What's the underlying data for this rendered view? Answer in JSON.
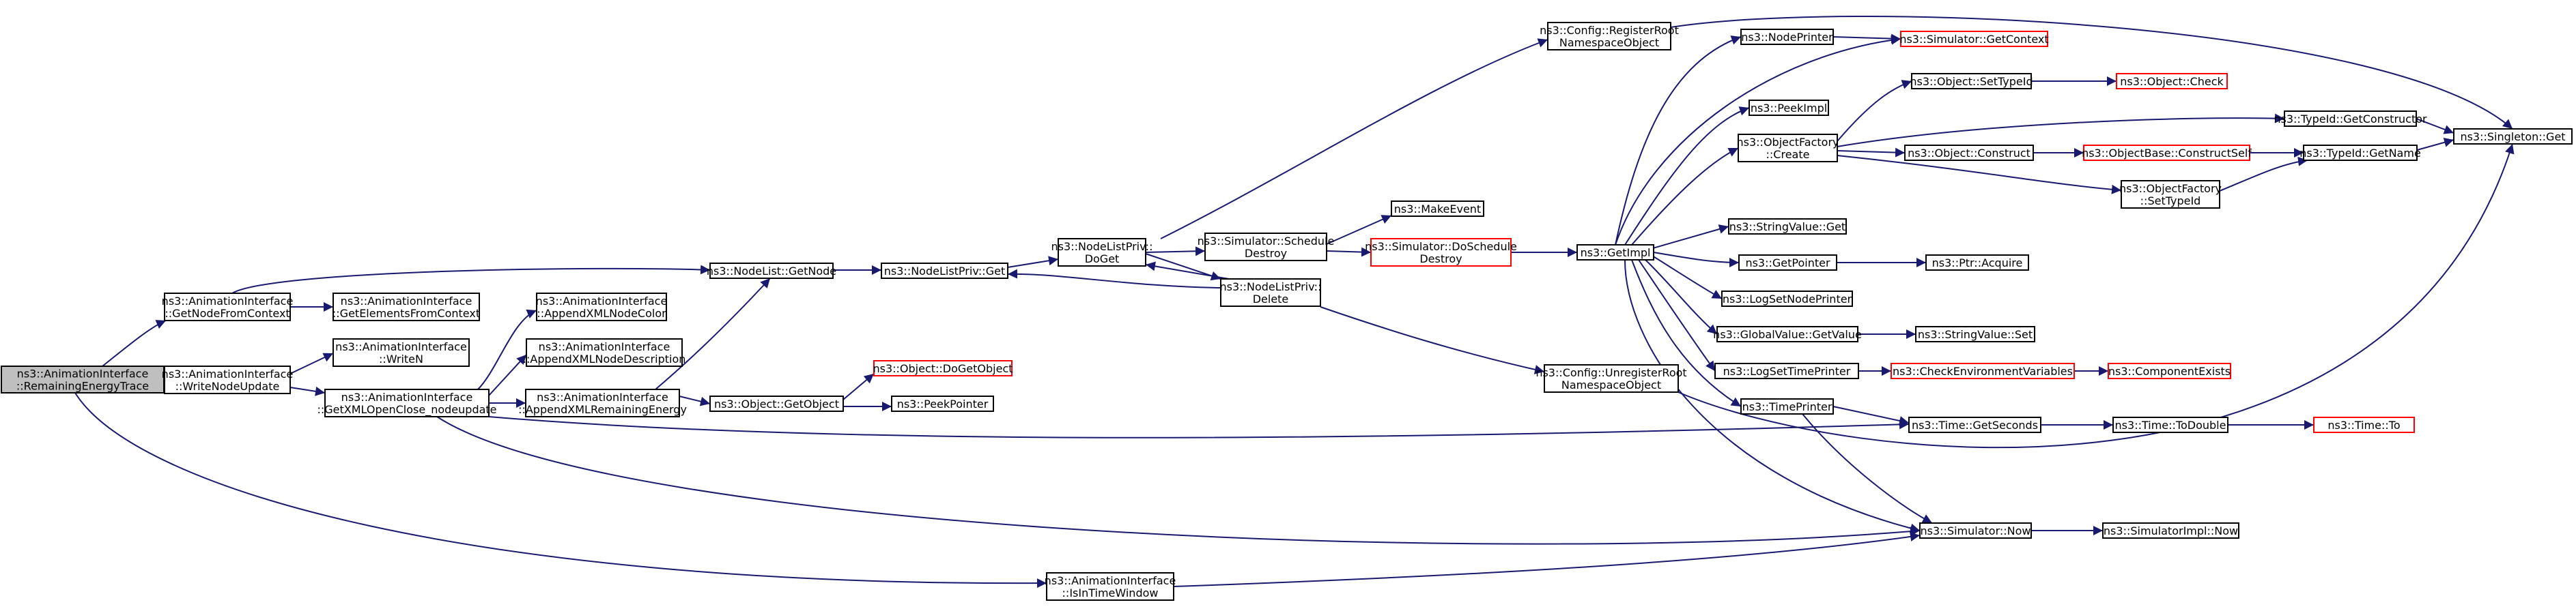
{
  "diagram": {
    "nodes": [
      {
        "id": "root",
        "lines": [
          "ns3::AnimationInterface",
          "::RemainingEnergyTrace"
        ],
        "kind": "root"
      },
      {
        "id": "gnfc",
        "lines": [
          "ns3::AnimationInterface",
          "::GetNodeFromContext"
        ]
      },
      {
        "id": "gefc",
        "lines": [
          "ns3::AnimationInterface",
          "::GetElementsFromContext"
        ]
      },
      {
        "id": "wnu",
        "lines": [
          "ns3::AnimationInterface",
          "::WriteNodeUpdate"
        ]
      },
      {
        "id": "wn",
        "lines": [
          "ns3::AnimationInterface",
          "::WriteN"
        ]
      },
      {
        "id": "gxoc",
        "lines": [
          "ns3::AnimationInterface",
          "::GetXMLOpenClose_nodeupdate"
        ]
      },
      {
        "id": "axnc",
        "lines": [
          "ns3::AnimationInterface",
          "::AppendXMLNodeColor"
        ]
      },
      {
        "id": "axnd",
        "lines": [
          "ns3::AnimationInterface",
          "::AppendXMLNodeDescription"
        ]
      },
      {
        "id": "axre",
        "lines": [
          "ns3::AnimationInterface",
          "::AppendXMLRemainingEnergy"
        ]
      },
      {
        "id": "nlgn",
        "lines": [
          "ns3::NodeList::GetNode"
        ]
      },
      {
        "id": "ogo",
        "lines": [
          "ns3::Object::GetObject"
        ]
      },
      {
        "id": "odgo",
        "lines": [
          "ns3::Object::DoGetObject"
        ],
        "kind": "trunc"
      },
      {
        "id": "pp",
        "lines": [
          "ns3::PeekPointer"
        ]
      },
      {
        "id": "nlpget",
        "lines": [
          "ns3::NodeListPriv::Get"
        ]
      },
      {
        "id": "nlpdoget",
        "lines": [
          "ns3::NodeListPriv::",
          "DoGet"
        ]
      },
      {
        "id": "ssd",
        "lines": [
          "ns3::Simulator::Schedule",
          "Destroy"
        ]
      },
      {
        "id": "nlpdel",
        "lines": [
          "ns3::NodeListPriv::",
          "Delete"
        ]
      },
      {
        "id": "me",
        "lines": [
          "ns3::MakeEvent"
        ]
      },
      {
        "id": "sdsd",
        "lines": [
          "ns3::Simulator::DoSchedule",
          "Destroy"
        ],
        "kind": "trunc"
      },
      {
        "id": "crrno",
        "lines": [
          "ns3::Config::RegisterRoot",
          "NamespaceObject"
        ]
      },
      {
        "id": "curno",
        "lines": [
          "ns3::Config::UnregisterRoot",
          "NamespaceObject"
        ]
      },
      {
        "id": "iitw",
        "lines": [
          "ns3::AnimationInterface",
          "::IsInTimeWindow"
        ]
      },
      {
        "id": "gimpl",
        "lines": [
          "ns3::GetImpl"
        ]
      },
      {
        "id": "np",
        "lines": [
          "ns3::NodePrinter"
        ]
      },
      {
        "id": "sgc",
        "lines": [
          "ns3::Simulator::GetContext"
        ],
        "kind": "trunc"
      },
      {
        "id": "pimpl",
        "lines": [
          "ns3::PeekImpl"
        ]
      },
      {
        "id": "ofc",
        "lines": [
          "ns3::ObjectFactory",
          "::Create"
        ]
      },
      {
        "id": "ost",
        "lines": [
          "ns3::Object::SetTypeId"
        ]
      },
      {
        "id": "oc",
        "lines": [
          "ns3::Object::Check"
        ],
        "kind": "trunc"
      },
      {
        "id": "ocon",
        "lines": [
          "ns3::Object::Construct"
        ]
      },
      {
        "id": "obcs",
        "lines": [
          "ns3::ObjectBase::ConstructSelf"
        ],
        "kind": "trunc"
      },
      {
        "id": "tgc",
        "lines": [
          "ns3::TypeId::GetConstructor"
        ]
      },
      {
        "id": "tgn",
        "lines": [
          "ns3::TypeId::GetName"
        ]
      },
      {
        "id": "sg",
        "lines": [
          "ns3::Singleton::Get"
        ]
      },
      {
        "id": "ofst",
        "lines": [
          "ns3::ObjectFactory",
          "::SetTypeId"
        ]
      },
      {
        "id": "svg",
        "lines": [
          "ns3::StringValue::Get"
        ]
      },
      {
        "id": "gp",
        "lines": [
          "ns3::GetPointer"
        ]
      },
      {
        "id": "pa",
        "lines": [
          "ns3::Ptr::Acquire"
        ]
      },
      {
        "id": "lsnp",
        "lines": [
          "ns3::LogSetNodePrinter"
        ]
      },
      {
        "id": "gvgv",
        "lines": [
          "ns3::GlobalValue::GetValue"
        ]
      },
      {
        "id": "svs",
        "lines": [
          "ns3::StringValue::Set"
        ]
      },
      {
        "id": "lstp",
        "lines": [
          "ns3::LogSetTimePrinter"
        ]
      },
      {
        "id": "cev",
        "lines": [
          "ns3::CheckEnvironmentVariables"
        ],
        "kind": "trunc"
      },
      {
        "id": "ce",
        "lines": [
          "ns3::ComponentExists"
        ],
        "kind": "trunc"
      },
      {
        "id": "tp",
        "lines": [
          "ns3::TimePrinter"
        ]
      },
      {
        "id": "tgs",
        "lines": [
          "ns3::Time::GetSeconds"
        ]
      },
      {
        "id": "ttd",
        "lines": [
          "ns3::Time::ToDouble"
        ]
      },
      {
        "id": "tto",
        "lines": [
          "ns3::Time::To"
        ],
        "kind": "trunc"
      },
      {
        "id": "sn",
        "lines": [
          "ns3::Simulator::Now"
        ]
      },
      {
        "id": "sin",
        "lines": [
          "ns3::SimulatorImpl::Now"
        ]
      }
    ]
  }
}
